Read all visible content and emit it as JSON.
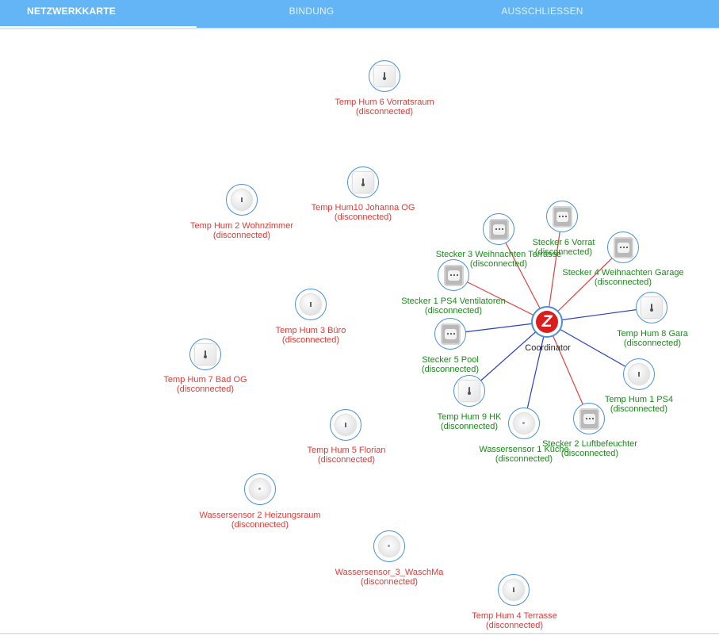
{
  "tabs": [
    {
      "label": "NETZWERKKARTE",
      "active": true
    },
    {
      "label": "BINDUNG",
      "active": false
    },
    {
      "label": "AUSSCHLIESSEN",
      "active": false
    }
  ],
  "colors": {
    "tab_bar": "#64b5f6",
    "disconnected_offline": "#e53935",
    "disconnected_online": "#1b8a1b",
    "link_red": "#e04040",
    "link_blue": "#2a3fbf"
  },
  "coordinator": {
    "name": "Coordinator",
    "icon": "zigbee-logo-icon"
  },
  "nodes": [
    {
      "id": "th6",
      "name": "Temp Hum 6 Vorratsraum",
      "status": "(disconnected)",
      "state": "offline",
      "icon": "temp-humidity-sensor-icon"
    },
    {
      "id": "th10",
      "name": "Temp Hum10 Johanna OG",
      "status": "(disconnected)",
      "state": "offline",
      "icon": "temp-humidity-sensor-icon"
    },
    {
      "id": "th2",
      "name": "Temp Hum 2 Wohnzimmer",
      "status": "(disconnected)",
      "state": "offline",
      "icon": "round-temp-sensor-icon"
    },
    {
      "id": "th3",
      "name": "Temp Hum 3 Büro",
      "status": "(disconnected)",
      "state": "offline",
      "icon": "round-temp-sensor-icon"
    },
    {
      "id": "th7",
      "name": "Temp Hum 7 Bad OG",
      "status": "(disconnected)",
      "state": "offline",
      "icon": "temp-humidity-sensor-icon"
    },
    {
      "id": "th5",
      "name": "Temp Hum 5 Florian",
      "status": "(disconnected)",
      "state": "offline",
      "icon": "round-temp-sensor-icon"
    },
    {
      "id": "ws2",
      "name": "Wassersensor 2 Heizungsraum",
      "status": "(disconnected)",
      "state": "offline",
      "icon": "water-sensor-icon"
    },
    {
      "id": "ws3",
      "name": "Wassersensor_3_WaschMa",
      "status": "(disconnected)",
      "state": "offline",
      "icon": "water-sensor-icon"
    },
    {
      "id": "th4",
      "name": "Temp Hum 4 Terrasse",
      "status": "(disconnected)",
      "state": "offline",
      "icon": "round-temp-sensor-icon"
    },
    {
      "id": "st6",
      "name": "Stecker 6 Vorrat",
      "status": "(disconnected)",
      "state": "online",
      "icon": "smart-plug-icon",
      "link": "red"
    },
    {
      "id": "st3",
      "name": "Stecker 3 Weihnachten Terrasse",
      "status": "(disconnected)",
      "state": "online",
      "icon": "smart-plug-icon",
      "link": "red"
    },
    {
      "id": "st4",
      "name": "Stecker 4 Weihnachten Garage",
      "status": "(disconnected)",
      "state": "online",
      "icon": "smart-plug-icon",
      "link": "red"
    },
    {
      "id": "st1",
      "name": "Stecker 1 PS4 Ventilatoren",
      "status": "(disconnected)",
      "state": "online",
      "icon": "smart-plug-icon",
      "link": "red"
    },
    {
      "id": "th8",
      "name": "Temp Hum 8 Gara",
      "status": "(disconnected)",
      "state": "online",
      "icon": "temp-humidity-sensor-icon",
      "link": "blue"
    },
    {
      "id": "st5",
      "name": "Stecker 5 Pool",
      "status": "(disconnected)",
      "state": "online",
      "icon": "smart-plug-icon",
      "link": "blue"
    },
    {
      "id": "th1",
      "name": "Temp Hum 1 PS4",
      "status": "(disconnected)",
      "state": "online",
      "icon": "round-temp-sensor-icon",
      "link": "blue"
    },
    {
      "id": "th9",
      "name": "Temp Hum 9 HK",
      "status": "(disconnected)",
      "state": "online",
      "icon": "temp-humidity-sensor-icon",
      "link": "blue"
    },
    {
      "id": "ws1",
      "name": "Wassersensor 1 Küche",
      "status": "(disconnected)",
      "state": "online",
      "icon": "water-sensor-icon",
      "link": "blue"
    },
    {
      "id": "st2",
      "name": "Stecker 2 Luftbefeuchter",
      "status": "(disconnected)",
      "state": "online",
      "icon": "smart-plug-icon",
      "link": "red"
    }
  ]
}
